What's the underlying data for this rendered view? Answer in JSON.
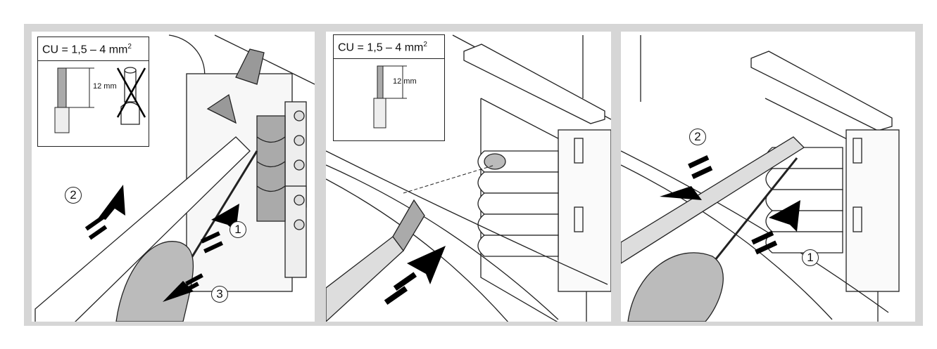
{
  "spec": {
    "conductor_label": "CU = 1,5 – 4 mm",
    "conductor_exponent": "2",
    "strip_length": "12 mm"
  },
  "panels": [
    {
      "steps": [
        "1",
        "2",
        "3"
      ]
    },
    {
      "steps": []
    },
    {
      "steps": [
        "1",
        "2"
      ]
    }
  ]
}
